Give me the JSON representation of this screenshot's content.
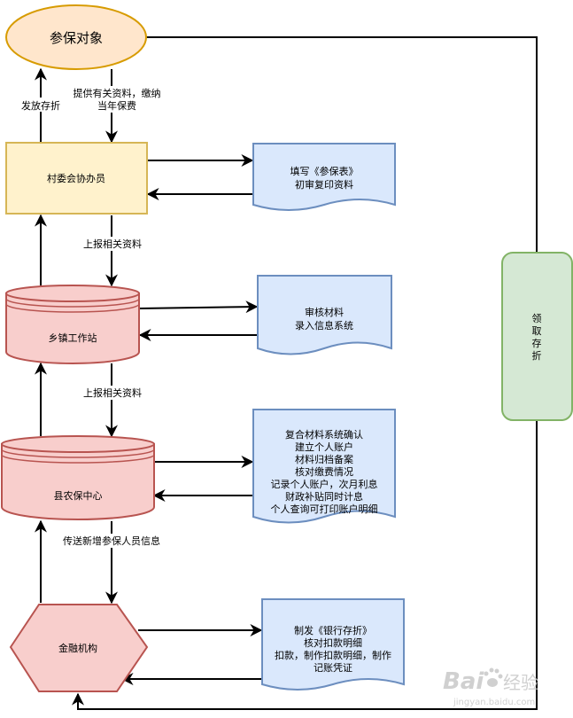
{
  "nodes": {
    "insured": "参保对象",
    "village": "村委会协办员",
    "town": "乡镇工作站",
    "county": "县农保中心",
    "bank": "金融机构",
    "collect": [
      "领",
      "取",
      "存",
      "折"
    ]
  },
  "docs": {
    "village_doc": [
      "填写《参保表》",
      "初审复印资料"
    ],
    "town_doc": [
      "审核材料",
      "录入信息系统"
    ],
    "county_doc": [
      "复合材料系统确认",
      "建立个人账户",
      "材料归档备案",
      "核对缴费情况",
      "记录个人账户，次月利息",
      "财政补贴同时计息",
      "个人查询可打印账户明细"
    ],
    "bank_doc": [
      "制发《银行存折》",
      "核对扣款明细",
      "扣款，制作扣款明细，制作",
      "记账凭证"
    ]
  },
  "edge_labels": {
    "issue_passbook": "发放存折",
    "provide_materials": [
      "提供有关资料，缴纳",
      "当年保费"
    ],
    "report_1": "上报相关资料",
    "report_2": "上报相关资料",
    "transmit_info": "传送新增参保人员信息"
  },
  "watermark": {
    "brand": "Bai",
    "brand_cn": "经验",
    "url": "jingyan.baidu.com"
  },
  "colors": {
    "ellipse_fill": "#ffe6cc",
    "ellipse_stroke": "#d79b00",
    "village_fill": "#fff2cc",
    "village_stroke": "#d6b656",
    "red_fill": "#f8cecc",
    "red_stroke": "#b85450",
    "blue_fill": "#dae8fc",
    "blue_stroke": "#6c8ebf",
    "green_fill": "#d5e8d4",
    "green_stroke": "#82b366"
  }
}
